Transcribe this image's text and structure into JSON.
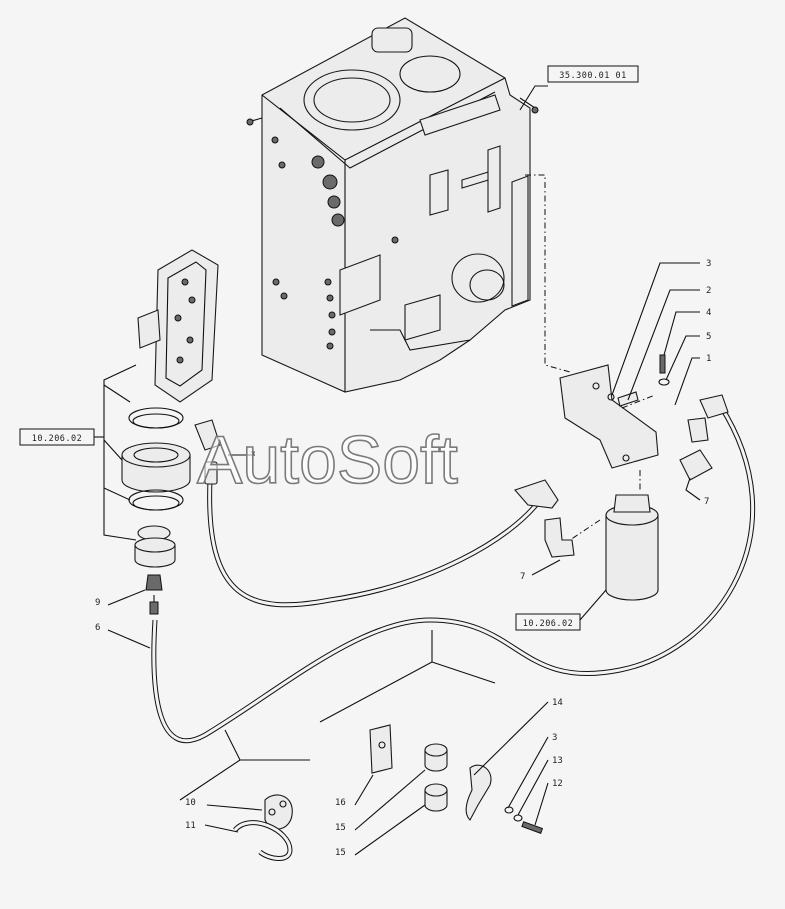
{
  "watermark": "AutoSoft",
  "references": {
    "ref_top": "35.300.01 01",
    "ref_left": "10.206.02",
    "ref_filter": "10.206.02"
  },
  "callouts": {
    "c1": "1",
    "c2": "2",
    "c3a": "3",
    "c3b": "3",
    "c4": "4",
    "c5": "5",
    "c6": "6",
    "c7a": "7",
    "c7b": "7",
    "c7c": "7",
    "c9": "9",
    "c10": "10",
    "c11": "11",
    "c12": "12",
    "c13": "13",
    "c14": "14",
    "c15a": "15",
    "c15b": "15",
    "c16": "16"
  }
}
